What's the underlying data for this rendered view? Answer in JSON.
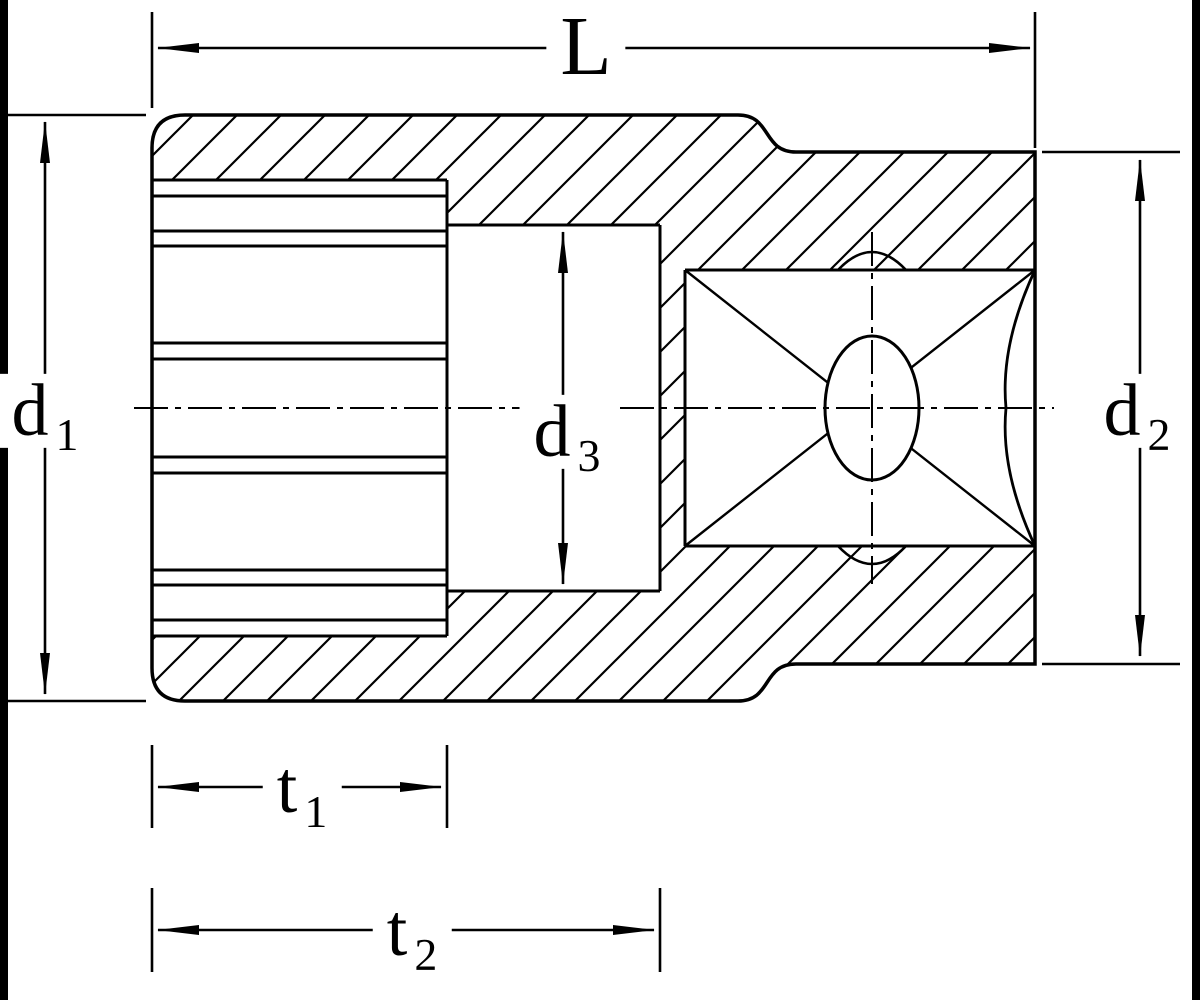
{
  "diagram": {
    "type": "technical-drawing-socket-cross-section",
    "labels": {
      "L": {
        "base": "L",
        "sub": ""
      },
      "d1": {
        "base": "d",
        "sub": "1"
      },
      "d2": {
        "base": "d",
        "sub": "2"
      },
      "d3": {
        "base": "d",
        "sub": "3"
      },
      "t1": {
        "base": "t",
        "sub": "1"
      },
      "t2": {
        "base": "t",
        "sub": "2"
      }
    },
    "colors": {
      "line": "#000000",
      "background": "#ffffff",
      "edge_bar": "#000000"
    }
  }
}
